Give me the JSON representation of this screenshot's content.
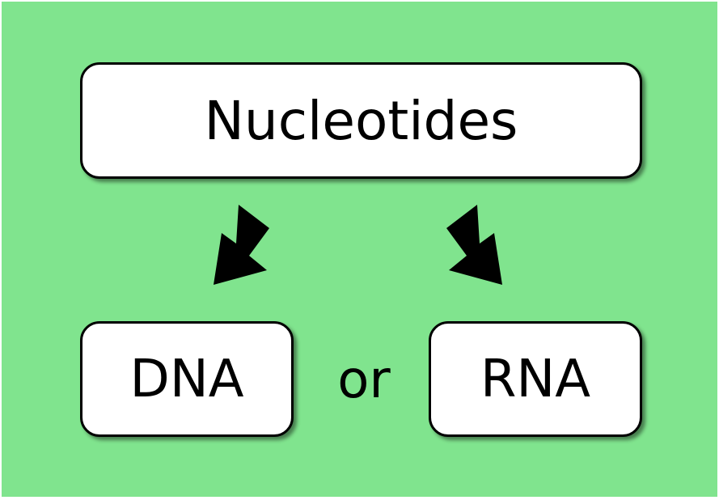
{
  "diagram": {
    "background_color": "#80e48e",
    "top_node": {
      "label": "Nucleotides"
    },
    "left_node": {
      "label": "DNA"
    },
    "right_node": {
      "label": "RNA"
    },
    "connector": {
      "label": "or"
    },
    "edges": [
      {
        "from": "Nucleotides",
        "to": "DNA",
        "style": "thick-black-arrow"
      },
      {
        "from": "Nucleotides",
        "to": "RNA",
        "style": "thick-black-arrow"
      }
    ]
  }
}
